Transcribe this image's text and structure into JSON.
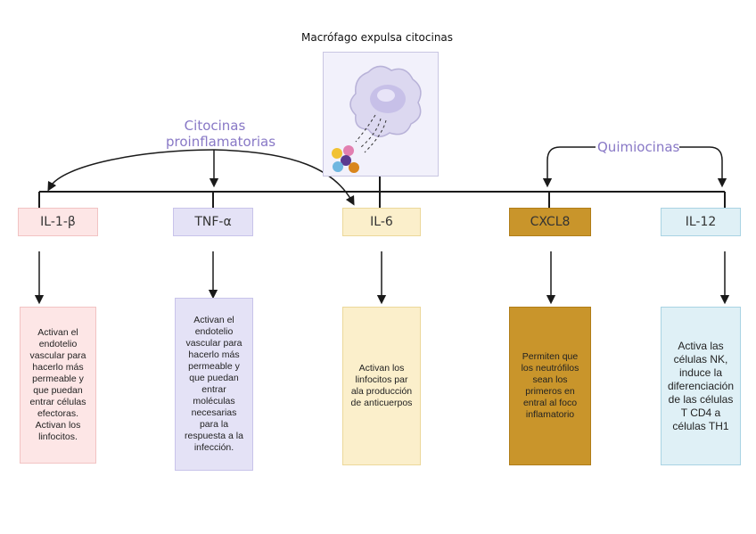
{
  "title": "Macrófago expulsa citocinas",
  "groups": {
    "proinflammatory": "Citocinas proinflamatorias",
    "chemokines": "Quimiocinas"
  },
  "cytokines": [
    {
      "label": "IL-1-β",
      "description": "Activan el endotelio vascular para hacerlo más permeable y que puedan entrar células efectoras. Activan los linfocitos.",
      "fill": "#fde6e6",
      "border": "#f2c3c3"
    },
    {
      "label": "TNF-α",
      "description": "Activan el endotelio vascular para hacerlo más permeable y que puedan entrar moléculas necesarias para la respuesta a la infección.",
      "fill": "#e4e2f6",
      "border": "#c8c3ea"
    },
    {
      "label": "IL-6",
      "description": "Activan los linfocitos par ala producción de anticuerpos",
      "fill": "#fbefcb",
      "border": "#ecd89a"
    },
    {
      "label": "CXCL8",
      "description": "Permiten que los neutrófilos sean los primeros en entral al foco inflamatorio",
      "fill": "#c9952b",
      "border": "#b07d18"
    },
    {
      "label": "IL-12",
      "description": "Activa las células NK, induce la diferenciación de las células T CD4 a células TH1",
      "fill": "#dff0f6",
      "border": "#a9d3e3"
    }
  ],
  "colors": {
    "line": "#1a1a1a",
    "group_label": "#8878c6",
    "macrophage_bg": "#f2f1fb"
  }
}
